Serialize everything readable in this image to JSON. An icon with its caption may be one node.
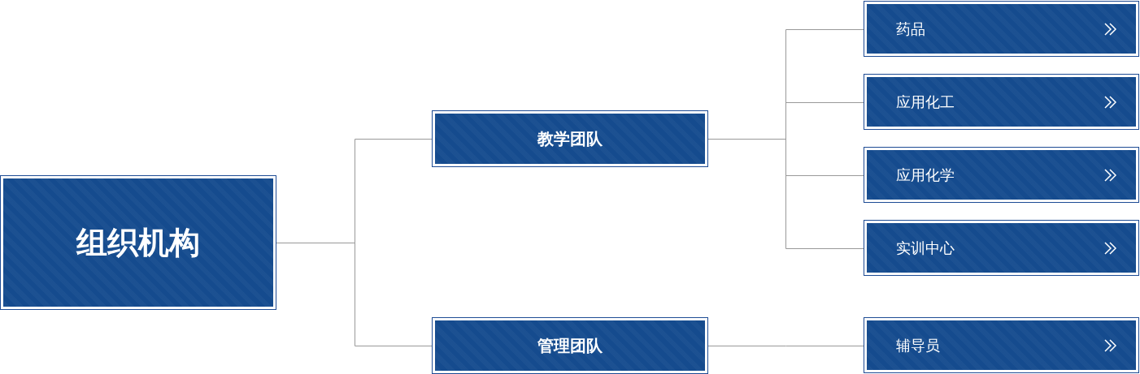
{
  "diagram": {
    "nodes": [
      {
        "text": [
          "组织机构"
        ]
      },
      {
        "text": [
          "教学团队"
        ]
      },
      {
        "text": [
          "管理团队"
        ]
      },
      {
        "text": [
          "药品"
        ]
      },
      {
        "text": [
          "应用化工"
        ]
      },
      {
        "text": [
          "应用化学"
        ]
      },
      {
        "text": [
          "实训中心"
        ]
      },
      {
        "text": [
          "辅导员"
        ]
      }
    ],
    "edges": [
      {
        "from": 0,
        "to": 1,
        "arrow": "none"
      },
      {
        "from": 0,
        "to": 2,
        "arrow": "none"
      },
      {
        "from": 1,
        "to": 3,
        "arrow": "none"
      },
      {
        "from": 1,
        "to": 4,
        "arrow": "none"
      },
      {
        "from": 1,
        "to": 5,
        "arrow": "none"
      },
      {
        "from": 1,
        "to": 6,
        "arrow": "none"
      },
      {
        "from": 2,
        "to": 7,
        "arrow": "none"
      }
    ]
  }
}
